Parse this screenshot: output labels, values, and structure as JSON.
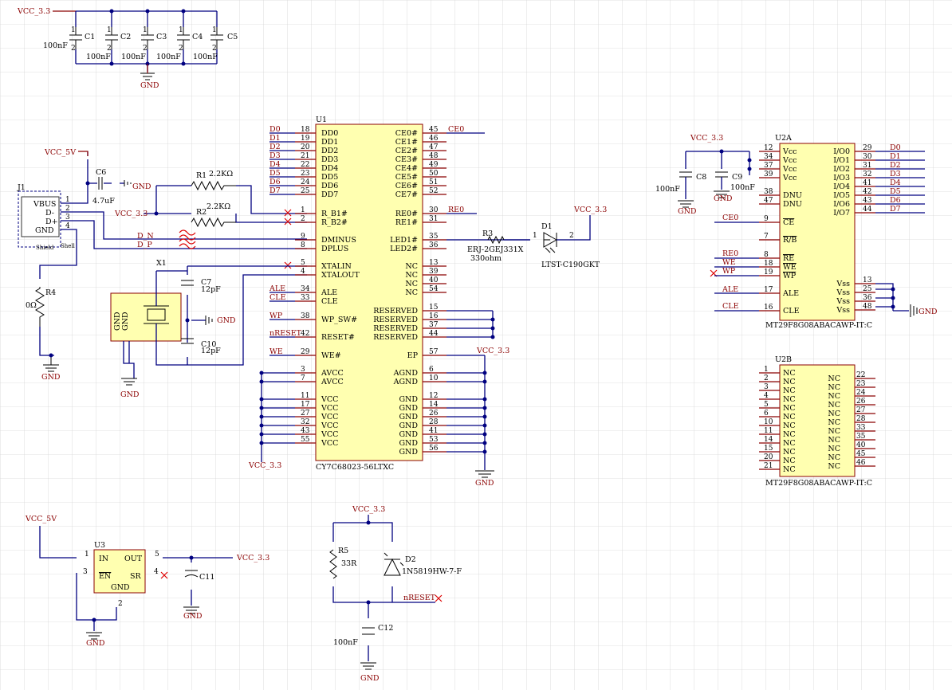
{
  "power": {
    "vcc33": "VCC_3.3",
    "vcc5": "VCC_5V",
    "gnd": "GND"
  },
  "decoupling": {
    "caps": [
      {
        "des": "C1",
        "val": "100nF"
      },
      {
        "des": "C2",
        "val": "100nF"
      },
      {
        "des": "C3",
        "val": "100nF"
      },
      {
        "des": "C4",
        "val": "100nF"
      },
      {
        "des": "C5",
        "val": "100nF"
      }
    ]
  },
  "usb": {
    "conn": "J1",
    "pins": [
      "VBUS",
      "D-",
      "D+",
      "GND"
    ],
    "shield": "Shield",
    "shell": "Shell",
    "r4": {
      "des": "R4",
      "val": "0Ω"
    },
    "c6": {
      "des": "C6",
      "val": "4.7uF"
    },
    "r1": {
      "des": "R1",
      "val": "2.2KΩ"
    },
    "r2": {
      "des": "R2",
      "val": "2.2KΩ"
    },
    "dn": "D_N",
    "dp": "D_P"
  },
  "xtal": {
    "des": "X1",
    "c7": {
      "des": "C7",
      "val": "12pF"
    },
    "c10": {
      "des": "C10",
      "val": "12pF"
    }
  },
  "u1": {
    "des": "U1",
    "part": "CY7C68023-56LTXC",
    "left": [
      {
        "n": "18",
        "p": "DD0",
        "net": "D0"
      },
      {
        "n": "19",
        "p": "DD1",
        "net": "D1"
      },
      {
        "n": "20",
        "p": "DD2",
        "net": "D2"
      },
      {
        "n": "21",
        "p": "DD3",
        "net": "D3"
      },
      {
        "n": "22",
        "p": "DD4",
        "net": "D4"
      },
      {
        "n": "23",
        "p": "DD5",
        "net": "D5"
      },
      {
        "n": "24",
        "p": "DD6",
        "net": "D6"
      },
      {
        "n": "25",
        "p": "DD7",
        "net": "D7"
      },
      {
        "n": "1",
        "p": "R_B1#",
        "net": ""
      },
      {
        "n": "2",
        "p": "R_B2#",
        "net": ""
      },
      {
        "n": "9",
        "p": "DMINUS",
        "net": ""
      },
      {
        "n": "8",
        "p": "DPLUS",
        "net": ""
      },
      {
        "n": "5",
        "p": "XTALIN",
        "net": ""
      },
      {
        "n": "4",
        "p": "XTALOUT",
        "net": ""
      },
      {
        "n": "34",
        "p": "ALE",
        "net": "ALE"
      },
      {
        "n": "33",
        "p": "CLE",
        "net": "CLE"
      },
      {
        "n": "38",
        "p": "WP_SW#",
        "net": "WP"
      },
      {
        "n": "42",
        "p": "RESET#",
        "net": "nRESET"
      },
      {
        "n": "29",
        "p": "WE#",
        "net": "WE"
      },
      {
        "n": "3",
        "p": "AVCC",
        "net": ""
      },
      {
        "n": "7",
        "p": "AVCC",
        "net": ""
      },
      {
        "n": "11",
        "p": "VCC",
        "net": ""
      },
      {
        "n": "17",
        "p": "VCC",
        "net": ""
      },
      {
        "n": "27",
        "p": "VCC",
        "net": ""
      },
      {
        "n": "32",
        "p": "VCC",
        "net": ""
      },
      {
        "n": "43",
        "p": "VCC",
        "net": ""
      },
      {
        "n": "55",
        "p": "VCC",
        "net": ""
      }
    ],
    "right": [
      {
        "n": "45",
        "p": "CE0#",
        "net": "CE0"
      },
      {
        "n": "46",
        "p": "CE1#",
        "net": ""
      },
      {
        "n": "47",
        "p": "CE2#",
        "net": ""
      },
      {
        "n": "48",
        "p": "CE3#",
        "net": ""
      },
      {
        "n": "49",
        "p": "CE4#",
        "net": ""
      },
      {
        "n": "50",
        "p": "CE5#",
        "net": ""
      },
      {
        "n": "51",
        "p": "CE6#",
        "net": ""
      },
      {
        "n": "52",
        "p": "CE7#",
        "net": ""
      },
      {
        "n": "30",
        "p": "RE0#",
        "net": "RE0"
      },
      {
        "n": "31",
        "p": "RE1#",
        "net": ""
      },
      {
        "n": "35",
        "p": "LED1#",
        "net": ""
      },
      {
        "n": "36",
        "p": "LED2#",
        "net": ""
      },
      {
        "n": "13",
        "p": "NC",
        "net": ""
      },
      {
        "n": "39",
        "p": "NC",
        "net": ""
      },
      {
        "n": "40",
        "p": "NC",
        "net": ""
      },
      {
        "n": "54",
        "p": "NC",
        "net": ""
      },
      {
        "n": "15",
        "p": "RESERVED",
        "net": ""
      },
      {
        "n": "16",
        "p": "RESERVED",
        "net": ""
      },
      {
        "n": "37",
        "p": "RESERVED",
        "net": ""
      },
      {
        "n": "44",
        "p": "RESERVED",
        "net": ""
      },
      {
        "n": "57",
        "p": "EP",
        "net": ""
      },
      {
        "n": "6",
        "p": "AGND",
        "net": ""
      },
      {
        "n": "10",
        "p": "AGND",
        "net": ""
      },
      {
        "n": "12",
        "p": "GND",
        "net": ""
      },
      {
        "n": "14",
        "p": "GND",
        "net": ""
      },
      {
        "n": "26",
        "p": "GND",
        "net": ""
      },
      {
        "n": "28",
        "p": "GND",
        "net": ""
      },
      {
        "n": "41",
        "p": "GND",
        "net": ""
      },
      {
        "n": "53",
        "p": "GND",
        "net": ""
      },
      {
        "n": "56",
        "p": "GND",
        "net": ""
      }
    ]
  },
  "led": {
    "r3": {
      "des": "R3",
      "val": "ERJ-2GEJ331X",
      "val2": "330ohm"
    },
    "d1": {
      "des": "D1",
      "val": "LTST-C190GKT"
    }
  },
  "u2a": {
    "des": "U2A",
    "part": "MT29F8G08ABACAWP-IT:C",
    "left": [
      {
        "n": "12",
        "p": "Vcc"
      },
      {
        "n": "34",
        "p": "Vcc"
      },
      {
        "n": "37",
        "p": "Vcc"
      },
      {
        "n": "39",
        "p": "Vcc"
      },
      {
        "n": "38",
        "p": "DNU"
      },
      {
        "n": "47",
        "p": "DNU"
      },
      {
        "n": "9",
        "p": "CE"
      },
      {
        "n": "7",
        "p": "R/B"
      },
      {
        "n": "8",
        "p": "RE"
      },
      {
        "n": "18",
        "p": "WE"
      },
      {
        "n": "19",
        "p": "WP"
      },
      {
        "n": "17",
        "p": "ALE"
      },
      {
        "n": "16",
        "p": "CLE"
      }
    ],
    "nets": {
      "ce": "CE0",
      "re": "RE0",
      "we": "WE",
      "wp": "WP",
      "ale": "ALE",
      "cle": "CLE"
    },
    "right": [
      {
        "n": "29",
        "p": "I/O0",
        "net": "D0"
      },
      {
        "n": "30",
        "p": "I/O1",
        "net": "D1"
      },
      {
        "n": "31",
        "p": "I/O2",
        "net": "D2"
      },
      {
        "n": "32",
        "p": "I/O3",
        "net": "D3"
      },
      {
        "n": "41",
        "p": "I/O4",
        "net": "D4"
      },
      {
        "n": "42",
        "p": "I/O5",
        "net": "D5"
      },
      {
        "n": "43",
        "p": "I/O6",
        "net": "D6"
      },
      {
        "n": "44",
        "p": "I/O7",
        "net": "D7"
      },
      {
        "n": "13",
        "p": "Vss"
      },
      {
        "n": "25",
        "p": "Vss"
      },
      {
        "n": "36",
        "p": "Vss"
      },
      {
        "n": "48",
        "p": "Vss"
      }
    ],
    "c8": {
      "des": "C8",
      "val": "100nF"
    },
    "c9": {
      "des": "C9",
      "val": "100nF"
    }
  },
  "u2b": {
    "des": "U2B",
    "part": "MT29F8G08ABACAWP-IT:C",
    "left": [
      "1",
      "2",
      "3",
      "4",
      "5",
      "6",
      "10",
      "11",
      "14",
      "15",
      "20",
      "21"
    ],
    "right": [
      "22",
      "23",
      "24",
      "26",
      "27",
      "28",
      "33",
      "35",
      "40",
      "45",
      "46"
    ],
    "nc": "NC"
  },
  "u3": {
    "des": "U3",
    "pins": {
      "in": "IN",
      "out": "OUT",
      "en": "EN",
      "sr": "SR",
      "gnd": "GND"
    },
    "c11": {
      "des": "C11",
      "val": ""
    }
  },
  "reset": {
    "r5": {
      "des": "R5",
      "val": "33R"
    },
    "d2": {
      "des": "D2",
      "val": "1N5819HW-7-F"
    },
    "net": "nRESET",
    "c12": {
      "des": "C12",
      "val": "100nF"
    }
  }
}
